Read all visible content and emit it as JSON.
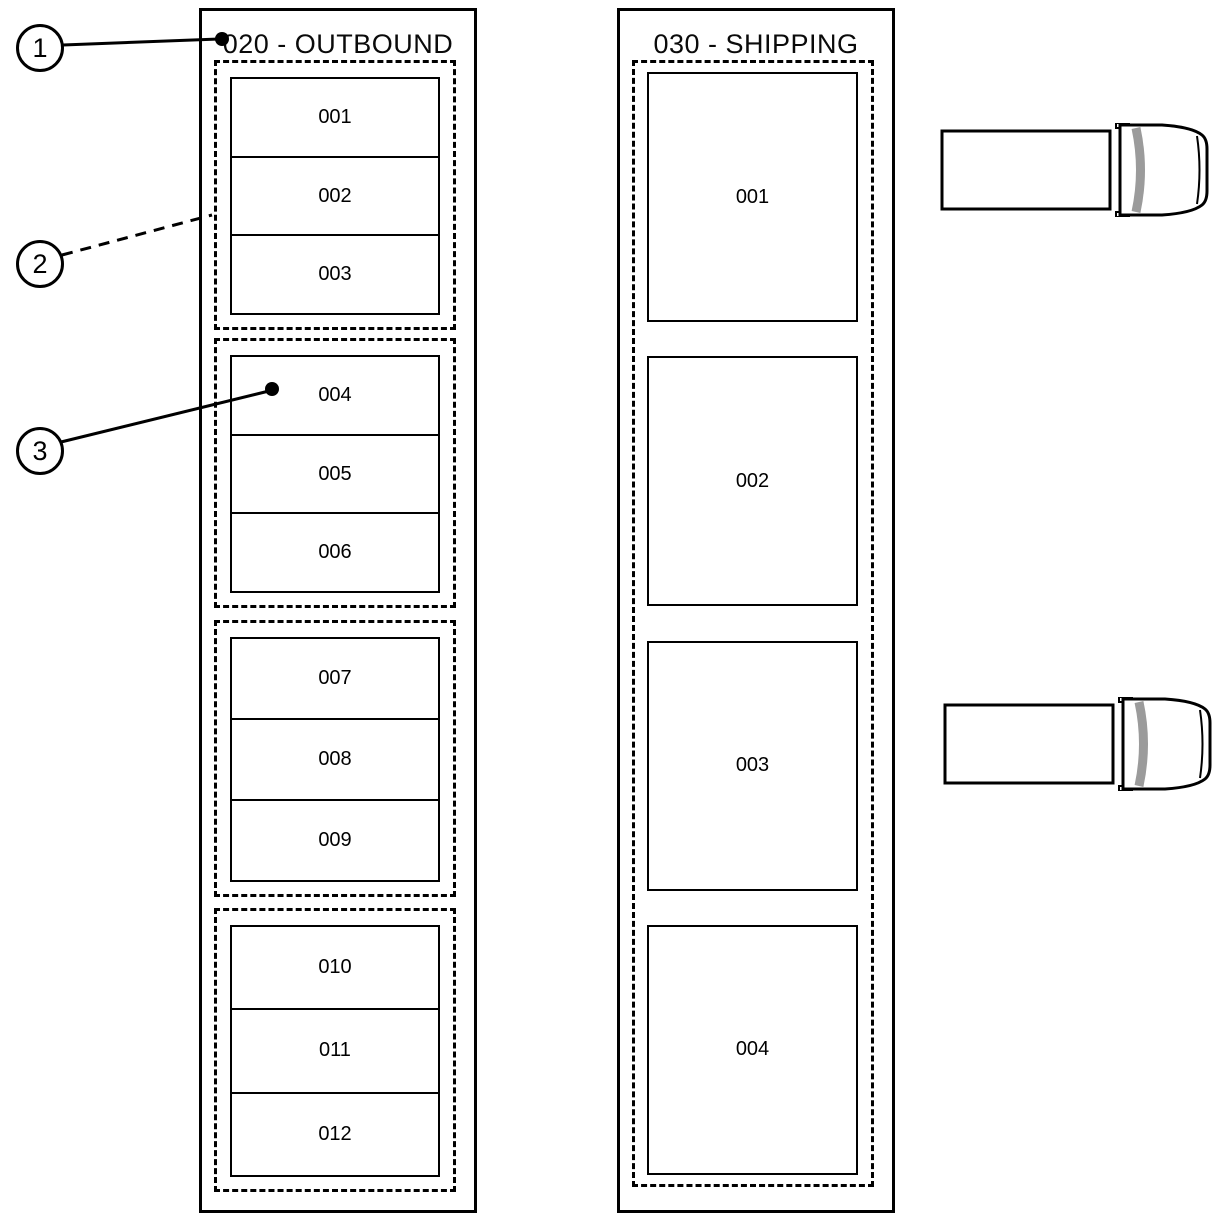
{
  "diagram": {
    "zones": [
      {
        "title": "020 - OUTBOUND",
        "subzones": [
          {
            "slots": [
              "001",
              "002",
              "003"
            ]
          },
          {
            "slots": [
              "004",
              "005",
              "006"
            ]
          },
          {
            "slots": [
              "007",
              "008",
              "009"
            ]
          },
          {
            "slots": [
              "010",
              "011",
              "012"
            ]
          }
        ]
      },
      {
        "title": "030 - SHIPPING",
        "subzones": [
          {
            "slots": [
              "001",
              "002",
              "003",
              "004"
            ]
          }
        ]
      }
    ],
    "callouts": [
      {
        "label": "1"
      },
      {
        "label": "2"
      },
      {
        "label": "3"
      }
    ],
    "trucks": [
      {
        "icon": "truck-icon"
      },
      {
        "icon": "truck-icon"
      }
    ],
    "colors": {
      "stroke": "#000000",
      "background": "#ffffff",
      "windshield": "#9b9b9b"
    }
  }
}
